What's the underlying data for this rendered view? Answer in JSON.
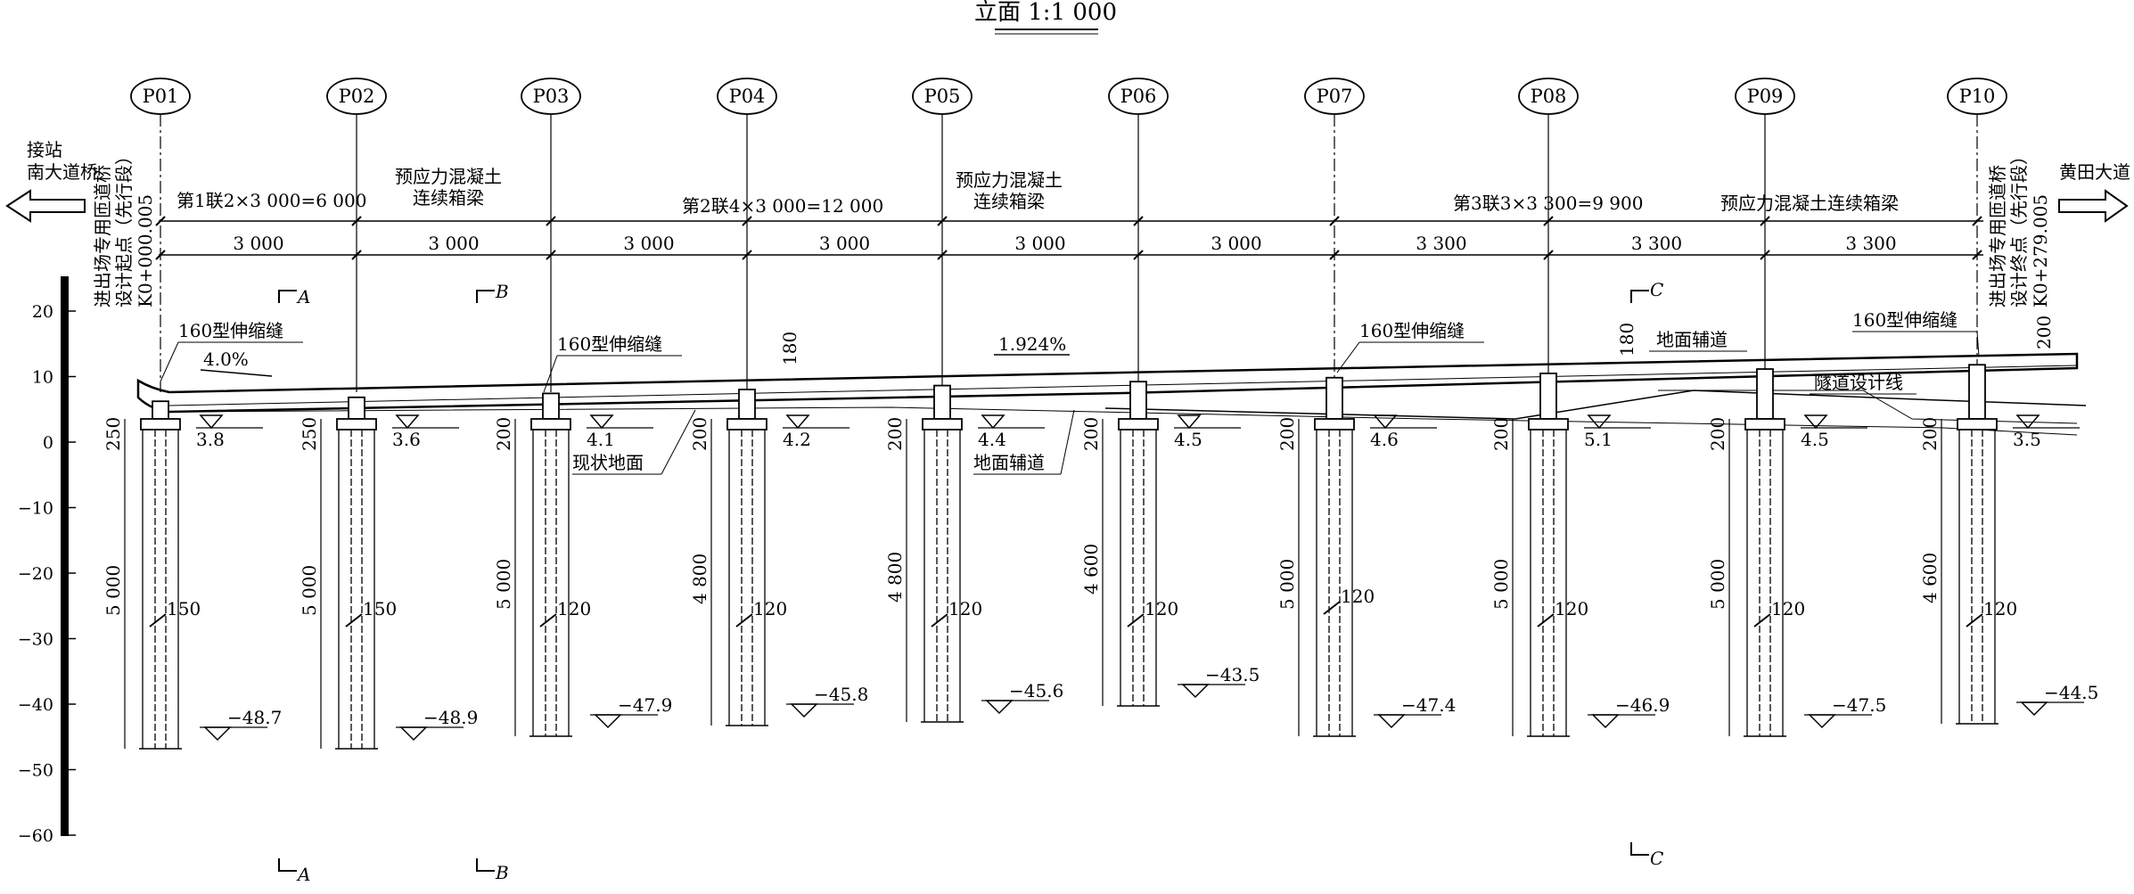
{
  "title": "立面 1:1 000",
  "left": {
    "direction": "接站南大道桥",
    "station_lines": [
      "进出场专用匝道桥",
      "设计起点（先行段）",
      "K0+000.005"
    ]
  },
  "right": {
    "direction": "黄田大道",
    "station_lines": [
      "进出场专用匝道桥",
      "设计终点（先行段）",
      "K0+279.005"
    ]
  },
  "axis": {
    "ticks": [
      "20",
      "10",
      "0",
      "−10",
      "−20",
      "−30",
      "−40",
      "−50",
      "−60"
    ]
  },
  "spans": {
    "unit1": "第1联2×3 000=6 000",
    "unit2": "第2联4×3 000=12 000",
    "unit3": "第3联3×3 300=9 900",
    "type1": [
      "预应力混凝土",
      "连续箱梁"
    ],
    "type2": [
      "预应力混凝土",
      "连续箱梁"
    ],
    "type3": "预应力混凝土连续箱梁",
    "lengths": [
      "3 000",
      "3 000",
      "3 000",
      "3 000",
      "3 000",
      "3 000",
      "3 300",
      "3 300",
      "3 300"
    ]
  },
  "deck": {
    "joint_label": "160型伸缩缝",
    "slope1": "4.0%",
    "slope2": "1.924%",
    "thickness": [
      "180",
      "180",
      "200"
    ],
    "ground_label": "现状地面",
    "road_label": "地面辅道",
    "road_label2": "地面辅道",
    "tunnel_label": "隧道设计线"
  },
  "sections": {
    "marks": [
      "A",
      "B",
      "C"
    ]
  },
  "piers": [
    {
      "id": "P01",
      "ground": "3.8",
      "cap": "250",
      "pile_len": "5 000",
      "dia": "150",
      "tip": "−48.7"
    },
    {
      "id": "P02",
      "ground": "3.6",
      "cap": "250",
      "pile_len": "5 000",
      "dia": "150",
      "tip": "−48.9"
    },
    {
      "id": "P03",
      "ground": "4.1",
      "cap": "200",
      "pile_len": "5 000",
      "dia": "120",
      "tip": "−47.9"
    },
    {
      "id": "P04",
      "ground": "4.2",
      "cap": "200",
      "pile_len": "4 800",
      "dia": "120",
      "tip": "−45.8"
    },
    {
      "id": "P05",
      "ground": "4.4",
      "cap": "200",
      "pile_len": "4 800",
      "dia": "120",
      "tip": "−45.6"
    },
    {
      "id": "P06",
      "ground": "4.5",
      "cap": "200",
      "pile_len": "4 600",
      "dia": "120",
      "tip": "−43.5"
    },
    {
      "id": "P07",
      "ground": "4.6",
      "cap": "200",
      "pile_len": "5 000",
      "dia": "120",
      "tip": "−47.4"
    },
    {
      "id": "P08",
      "ground": "5.1",
      "cap": "200",
      "pile_len": "5 000",
      "dia": "120",
      "tip": "−46.9"
    },
    {
      "id": "P09",
      "ground": "4.5",
      "cap": "200",
      "pile_len": "5 000",
      "dia": "120",
      "tip": "−47.5"
    },
    {
      "id": "P10",
      "ground": "3.5",
      "cap": "200",
      "pile_len": "4 600",
      "dia": "120",
      "tip": "−44.5"
    }
  ]
}
